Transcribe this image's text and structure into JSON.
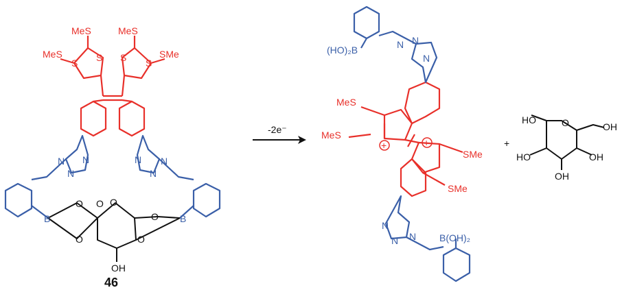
{
  "colors": {
    "ttf_red": "#e8302a",
    "boronic_blue": "#3a5fa8",
    "black": "#111111"
  },
  "left": {
    "compound_number": "46",
    "labels": {
      "mes_a": "MeS",
      "mes_b": "MeS",
      "mes_c": "MeS",
      "sme_d": "SMe",
      "s1": "S",
      "s2": "S",
      "s3": "S",
      "s4": "S",
      "n1": "N",
      "n2": "N",
      "n3": "N",
      "n4": "N",
      "n5": "N",
      "n6": "N",
      "b_left": "B",
      "b_right": "B",
      "o1": "O",
      "o2": "O",
      "o3": "O",
      "o4": "O",
      "o5": "O",
      "o6": "O",
      "oh": "OH"
    }
  },
  "arrow": {
    "label": "-2e⁻"
  },
  "right": {
    "labels": {
      "boh2_top": "(HO)₂B",
      "boh2_bottom": "B(OH)₂",
      "n1": "N",
      "n2": "N",
      "n3": "N",
      "n4": "N",
      "n5": "N",
      "n6": "N",
      "mes_a": "MeS",
      "mes_b": "MeS",
      "sme_a": "SMe",
      "sme_b": "SMe",
      "plus_charge": "+"
    }
  },
  "plus_sign": "+",
  "sugar": {
    "labels": {
      "ho1": "HO",
      "o": "O",
      "oh1": "OH",
      "ho2": "HO",
      "oh2": "OH",
      "oh3": "OH"
    }
  }
}
